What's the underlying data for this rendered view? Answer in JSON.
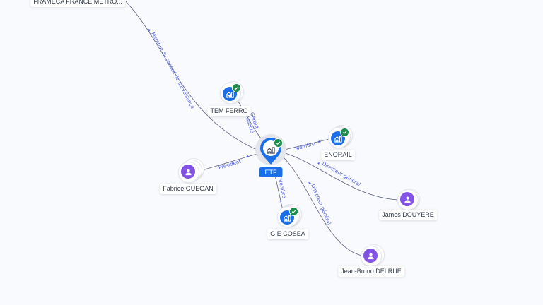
{
  "colors": {
    "background": "#f8fafe",
    "company": "#1a6fe8",
    "person": "#8353e6",
    "verified": "#1c8a4a",
    "edge_label": "#5561e0"
  },
  "center": {
    "label": "ETF",
    "icon": "company-building-icon",
    "verified": true
  },
  "nodes": [
    {
      "id": "frameca",
      "label": "FRAMECA FRANCE METRO...",
      "type": "company"
    },
    {
      "id": "temferro",
      "label": "TEM FERRO",
      "type": "company",
      "verified": true,
      "icon": "company-building-icon"
    },
    {
      "id": "enorail",
      "label": "ENORAIL",
      "type": "company",
      "verified": true,
      "icon": "company-building-icon"
    },
    {
      "id": "giecosea",
      "label": "GIE COSEA",
      "type": "company",
      "verified": true,
      "icon": "company-building-icon"
    },
    {
      "id": "fabrice",
      "label": "Fabrice GUEGAN",
      "type": "person",
      "icon": "person-icon"
    },
    {
      "id": "james",
      "label": "James DOUYERE",
      "type": "person",
      "icon": "person-icon"
    },
    {
      "id": "jeanbruno",
      "label": "Jean-Bruno DELRUE",
      "type": "person",
      "icon": "person-icon"
    }
  ],
  "edges": [
    {
      "from": "frameca",
      "to": "center",
      "label": "Membre du conseil de surveillance"
    },
    {
      "from": "temferro",
      "to": "center",
      "label": "Gérant",
      "label2": "Associé"
    },
    {
      "from": "center",
      "to": "enorail",
      "label": "Membre"
    },
    {
      "from": "center",
      "to": "giecosea",
      "label": "Membre"
    },
    {
      "from": "fabrice",
      "to": "center",
      "label": "Président"
    },
    {
      "from": "james",
      "to": "center",
      "label": "Directeur général"
    },
    {
      "from": "jeanbruno",
      "to": "center",
      "label": "Directeur général"
    }
  ]
}
